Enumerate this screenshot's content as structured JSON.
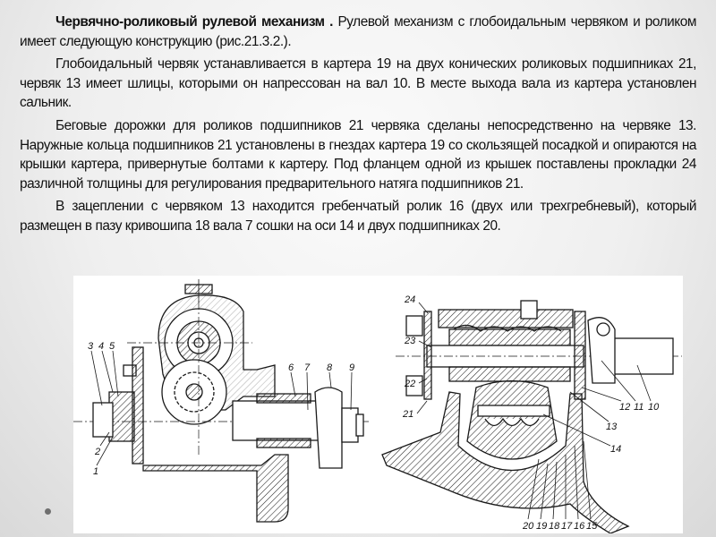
{
  "slide": {
    "paragraphs": [
      {
        "bold_lead": "Червячно-роликовый рулевой механизм .",
        "text": " Рулевой механизм с глобоидальным червяком и роликом имеет следующую конструкцию (рис.21.3.2.)."
      },
      {
        "bold_lead": "",
        "text": "Глобоидальный червяк устанавливается в картера 19 на двух конических роликовых подшипниках 21, червяк 13 имеет шлицы, которыми он напрессован на вал 10. В месте выхода вала из картера установлен сальник."
      },
      {
        "bold_lead": "",
        "text": "Беговые дорожки для роликов подшипников 21 червяка сделаны непосредственно на червяке 13. Наружные кольца подшипников 21 установлены в гнездах картера 19 со скользящей посадкой и опираются на крышки картера, привернутые болтами к картеру. Под фланцем одной из крышек поставлены прокладки 24 различной толщины для регулирования предварительного натяга подшипников 21."
      },
      {
        "bold_lead": "",
        "text": "В зацеплении с червяком 13 находится гребенчатый ролик 16 (двух или трехгребневый), который размещен в пазу кривошипа 18 вала 7 сошки на оси 14 и двух подшипниках 20."
      }
    ],
    "figure": {
      "left_view_labels": [
        "3",
        "4",
        "5",
        "2",
        "1",
        "6",
        "7",
        "8",
        "9"
      ],
      "right_view_labels": [
        "24",
        "23",
        "22",
        "21",
        "12",
        "11",
        "10",
        "13",
        "14",
        "20",
        "19",
        "18",
        "17",
        "16",
        "15"
      ]
    },
    "colors": {
      "background": "#efefef",
      "text": "#111111",
      "figure_bg": "#ffffff",
      "bullet": "#6f6f6f"
    }
  }
}
